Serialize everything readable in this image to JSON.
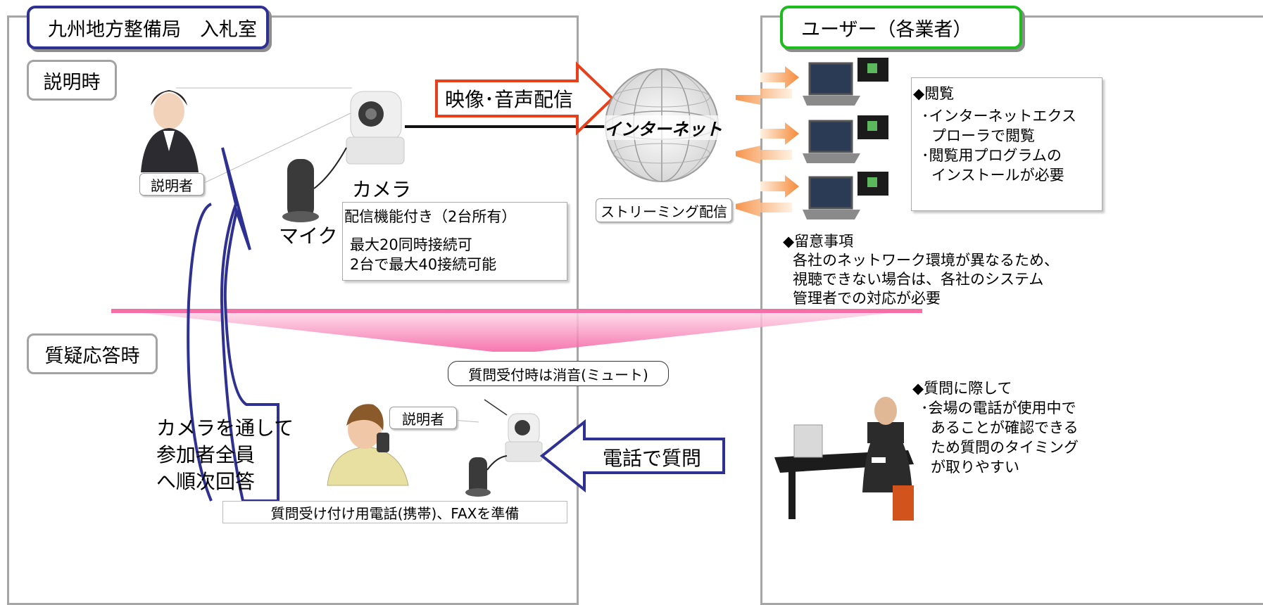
{
  "left_panel": {
    "title": "九州地方整備局　入札室",
    "section_explain": "説明時",
    "section_qa": "質疑応答時",
    "presenter_label": "説明者",
    "presenter_label_2": "説明者",
    "camera_label": "カメラ",
    "mic_label": "マイク",
    "distribution_arrow_label": "映像･音声配信",
    "camera_note": {
      "line1": "配信機能付き（2台所有）",
      "line2": "最大20同時接続可",
      "line3": "2台で最大40接続可能"
    },
    "mute_bubble": "質問受付時は消音(ミュート)",
    "phone_prep": "質問受け付け用電話(携帯)、FAXを準備",
    "answer_text": {
      "line1": "カメラを通して",
      "line2": "参加者全員",
      "line3": "へ順次回答"
    }
  },
  "internet": {
    "globe_label": "インターネット",
    "streaming_label": "ストリーミング配信"
  },
  "right_panel": {
    "title": "ユーザー（各業者）",
    "viewing_note": {
      "heading": "◆閲覧",
      "line1": "･インターネットエクス",
      "line2": "プローラで閲覧",
      "line3": "･閲覧用プログラムの",
      "line4": "インストールが必要"
    },
    "caution": {
      "heading": "◆留意事項",
      "line1": "各社のネットワーク環境が異なるため、",
      "line2": "視聴できない場合は、各社のシステム",
      "line3": "管理者での対応が必要"
    },
    "question": {
      "heading": "◆質問に際して",
      "line1": "･会場の電話が使用中で",
      "line2": "あることが確認できる",
      "line3": "ため質問のタイミング",
      "line4": "が取りやすい"
    },
    "phone_question_label": "電話で質問"
  },
  "colors": {
    "left_title_border": "#2e3192",
    "right_title_border": "#1dbd1d",
    "distribution_arrow": "#e8401a",
    "pink_band": "#f46fa6",
    "blue_arrow": "#2e3192",
    "orange_arrows": "#f6a25a"
  }
}
